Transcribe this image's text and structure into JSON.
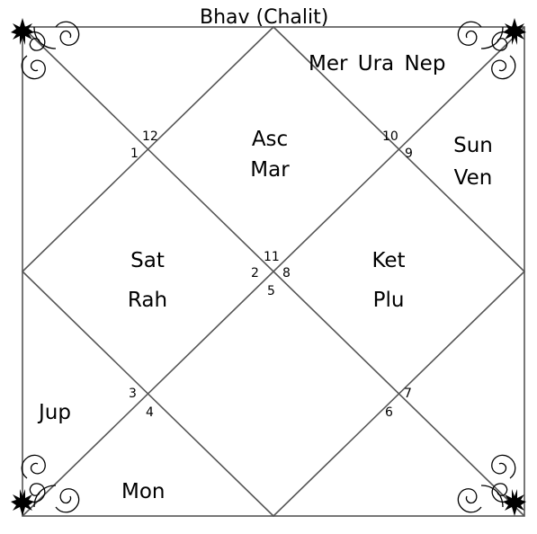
{
  "title": "Bhav (Chalit)",
  "houses": [
    {
      "id": "top",
      "lines": [
        "Mer Ura Nep"
      ]
    },
    {
      "id": "center-top",
      "lines": [
        "Asc",
        "Mar"
      ]
    },
    {
      "id": "right-top",
      "lines": [
        "Sun",
        "Ven"
      ]
    },
    {
      "id": "center-left",
      "lines": [
        "Sat",
        "Rah"
      ]
    },
    {
      "id": "center-right",
      "lines": [
        "Ket",
        "Plu"
      ]
    },
    {
      "id": "left-bottom",
      "lines": [
        "Jup"
      ]
    },
    {
      "id": "bottom-left",
      "lines": [
        "Mon"
      ]
    }
  ],
  "house_numbers": [
    "12",
    "1",
    "10",
    "9",
    "11",
    "2",
    "8",
    "5",
    "3",
    "4",
    "7",
    "6"
  ],
  "colors": {
    "line": "#555555",
    "text": "#000000",
    "background": "#ffffff"
  },
  "ornament_icon": "fleur-de-lis-scroll"
}
